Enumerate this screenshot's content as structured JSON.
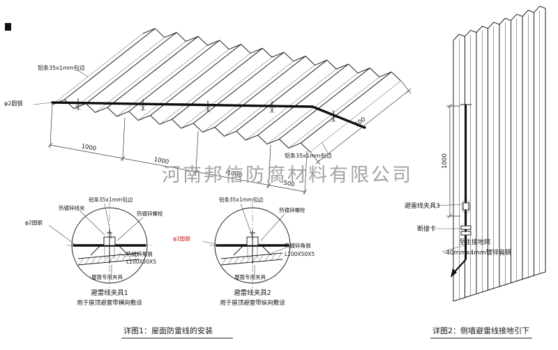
{
  "watermark": "河南邦信防腐材料有限公司",
  "main_view": {
    "label_alu_top": "铝条35x1mm包边",
    "label_round_steel": "φ2圆钢",
    "label_alu_right": "铝条35x1mm包边",
    "dim_1": "1000",
    "dim_2": "1000",
    "dim_3": "1000",
    "dim_4": "500",
    "dim_depth": "500"
  },
  "detail1": {
    "label_wire_clip": "热镀锌线夹",
    "label_alu": "铝条35x1mm包边",
    "label_bolt": "热镀锌螺栓",
    "label_round_steel": "φ2圆钢",
    "label_angle_steel": "热镀锌角钢",
    "label_angle_spec": "L100X50X5",
    "label_roof_clamp": "屋面专用夹具",
    "title": "避雷线夹具1",
    "subtitle": "用于屋顶避雷带横向敷设"
  },
  "detail2": {
    "label_alu": "铝条35x1mm包边",
    "label_bolt": "热镀锌螺栓",
    "label_round_steel": "φ2圆钢",
    "label_angle_steel": "热镀锌角钢",
    "label_angle_spec": "L100X50X5",
    "label_roof_clamp": "屋面专用夹具",
    "title": "避雷线夹具2",
    "subtitle": "用于屋顶避雷带纵向敷设"
  },
  "wall_view": {
    "dim_height": "1000",
    "label_clamp3": "避雷线夹具3",
    "label_disconnect": "断接卡",
    "label_to_ground": "至主接地网",
    "label_flat_steel": "-40mmx4mm镀锌扁钢"
  },
  "captions": {
    "detail1": "详图1：屋面防雷线的安装",
    "detail2": "详图2：侧墙避雷线接地引下"
  },
  "colors": {
    "line": "#1c1c1c",
    "accent_red": "#cc1111",
    "watermark": "#9a9a9a"
  }
}
